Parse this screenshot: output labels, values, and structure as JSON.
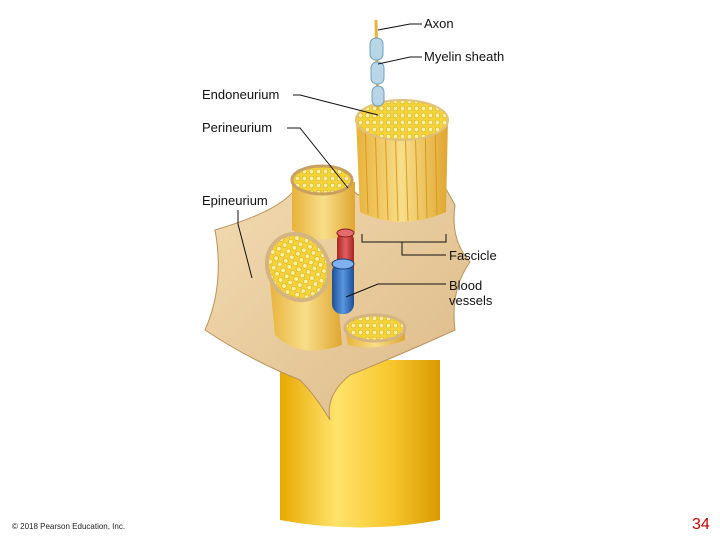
{
  "diagram": {
    "labels": {
      "axon": "Axon",
      "myelin_sheath": "Myelin sheath",
      "endoneurium": "Endoneurium",
      "perineurium": "Perineurium",
      "epineurium": "Epineurium",
      "fascicle": "Fascicle",
      "blood_vessels": "Blood\nvessels"
    }
  },
  "footer": {
    "copyright": "© 2018 Pearson Education, Inc.",
    "page_number": "34"
  },
  "colors": {
    "nerve_yellow": "#f2c020",
    "sheath_tan": "#ecd2a3",
    "artery_red": "#cc3a3a",
    "vein_blue": "#2f6fc0",
    "myelin_blue": "#b9d6e6",
    "page_number_red": "#c00000"
  }
}
